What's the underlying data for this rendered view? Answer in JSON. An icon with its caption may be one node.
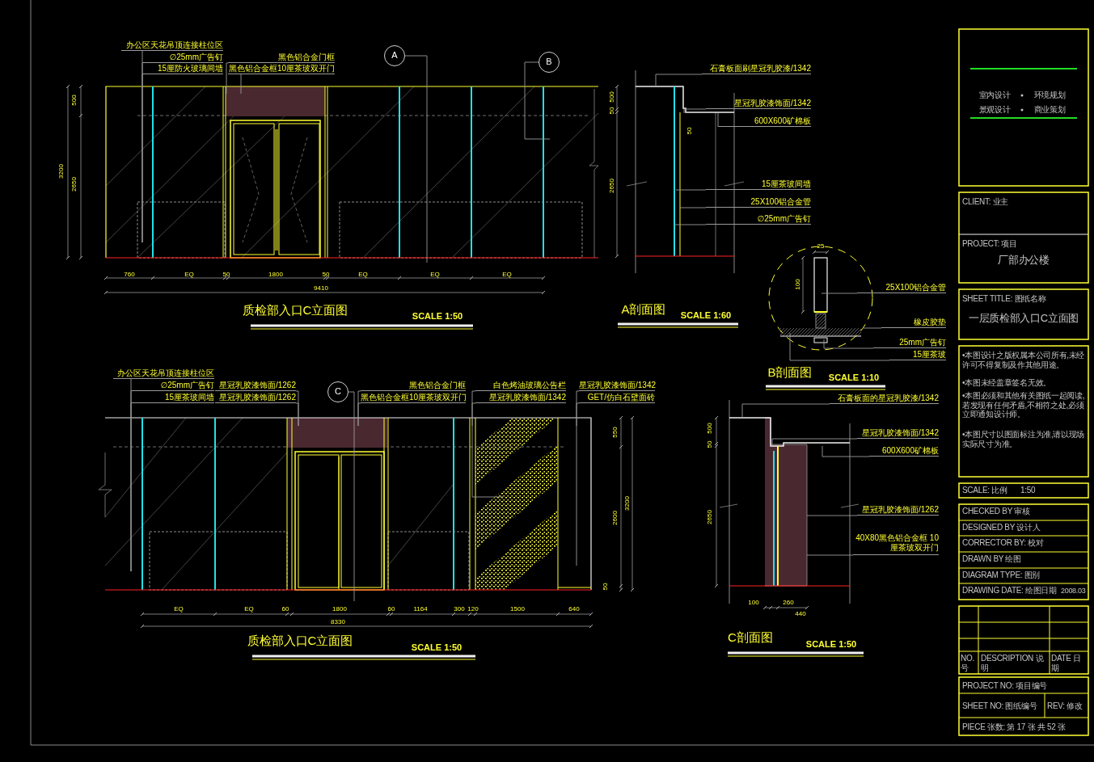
{
  "diagram": {
    "nodes": [
      {
        "text": [
          "办公区天花吊顶连接柱位区"
        ]
      },
      {
        "text": [
          "∅25mm广告钉"
        ]
      },
      {
        "text": [
          "15厘防火玻璃间墙"
        ]
      },
      {
        "text": [
          "黑色铝合金门框"
        ]
      },
      {
        "text": [
          "黑色铝合金框10厘茶玻双开门"
        ]
      },
      {
        "text": [
          "石膏板面刷星冠乳胶漆/1342"
        ]
      },
      {
        "text": [
          "星冠乳胶漆饰面/1342"
        ]
      },
      {
        "text": [
          "600X600矿棉板"
        ]
      },
      {
        "text": [
          "15厘茶玻间墙"
        ]
      },
      {
        "text": [
          "25X100铝合金管"
        ]
      },
      {
        "text": [
          "∅25mm广告钉"
        ]
      },
      {
        "text": [
          "25X100铝合金管"
        ]
      },
      {
        "text": [
          "橡皮胶垫"
        ]
      },
      {
        "text": [
          "25mm广告钉"
        ]
      },
      {
        "text": [
          "15厘茶玻"
        ]
      },
      {
        "text": [
          "办公区天花吊顶连接柱位区"
        ]
      },
      {
        "text": [
          "∅25mm广告钉"
        ]
      },
      {
        "text": [
          "15厘茶玻间墙"
        ]
      },
      {
        "text": [
          "星冠乳胶漆饰面/1262"
        ]
      },
      {
        "text": [
          "星冠乳胶漆饰面/1262"
        ]
      },
      {
        "text": [
          "黑色铝合金门框"
        ]
      },
      {
        "text": [
          "黑色铝合金框10厘茶玻双开门"
        ]
      },
      {
        "text": [
          "白色烤油玻璃公告栏"
        ]
      },
      {
        "text": [
          "星冠乳胶漆饰面/1342"
        ]
      },
      {
        "text": [
          "星冠乳胶漆饰面/1342"
        ]
      },
      {
        "text": [
          "GET/仿白石壁面砖"
        ]
      },
      {
        "text": [
          "石膏板面的星冠乳胶漆/1342"
        ]
      },
      {
        "text": [
          "星冠乳胶漆饰面/1342"
        ]
      },
      {
        "text": [
          "600X600矿棉板"
        ]
      },
      {
        "text": [
          "星冠乳胶漆饰面/1262"
        ]
      },
      {
        "text": [
          "40X80黑色铝合金框 10厘茶玻双开门"
        ]
      },
      {
        "text": [
          "A"
        ]
      },
      {
        "text": [
          "B"
        ]
      },
      {
        "text": [
          "C"
        ]
      }
    ],
    "edges": [
      {
        "from": 0,
        "to": null,
        "arrow": "none"
      },
      {
        "from": 1,
        "to": null,
        "arrow": "none"
      },
      {
        "from": 2,
        "to": null,
        "arrow": "none"
      },
      {
        "from": 3,
        "to": null,
        "arrow": "none"
      },
      {
        "from": 4,
        "to": null,
        "arrow": "none"
      },
      {
        "from": 5,
        "to": null,
        "arrow": "none"
      },
      {
        "from": 6,
        "to": null,
        "arrow": "none"
      },
      {
        "from": 7,
        "to": null,
        "arrow": "none"
      },
      {
        "from": 8,
        "to": null,
        "arrow": "none"
      },
      {
        "from": 9,
        "to": null,
        "arrow": "none"
      },
      {
        "from": 10,
        "to": null,
        "arrow": "none"
      },
      {
        "from": 11,
        "to": null,
        "arrow": "none"
      },
      {
        "from": 12,
        "to": null,
        "arrow": "none"
      },
      {
        "from": 13,
        "to": null,
        "arrow": "none"
      },
      {
        "from": 14,
        "to": null,
        "arrow": "none"
      },
      {
        "from": 15,
        "to": null,
        "arrow": "none"
      },
      {
        "from": 16,
        "to": null,
        "arrow": "none"
      },
      {
        "from": 17,
        "to": null,
        "arrow": "none"
      },
      {
        "from": 18,
        "to": null,
        "arrow": "none"
      },
      {
        "from": 19,
        "to": null,
        "arrow": "none"
      },
      {
        "from": 20,
        "to": null,
        "arrow": "none"
      },
      {
        "from": 21,
        "to": null,
        "arrow": "none"
      },
      {
        "from": 22,
        "to": null,
        "arrow": "none"
      },
      {
        "from": 23,
        "to": null,
        "arrow": "none"
      },
      {
        "from": 24,
        "to": null,
        "arrow": "none"
      },
      {
        "from": 25,
        "to": null,
        "arrow": "none"
      },
      {
        "from": 26,
        "to": null,
        "arrow": "none"
      },
      {
        "from": 27,
        "to": null,
        "arrow": "none"
      },
      {
        "from": 28,
        "to": null,
        "arrow": "none"
      },
      {
        "from": 29,
        "to": null,
        "arrow": "none"
      },
      {
        "from": 30,
        "to": null,
        "arrow": "none"
      },
      {
        "from": 31,
        "to": null,
        "arrow": "none"
      },
      {
        "from": 32,
        "to": null,
        "arrow": "none"
      },
      {
        "from": 33,
        "to": null,
        "arrow": "none"
      }
    ],
    "labels": [
      "500",
      "3200",
      "2650",
      "760",
      "EQ",
      "50",
      "1800",
      "50",
      "EQ",
      "EQ",
      "EQ",
      "9410",
      "质检部入口C立面图",
      "SCALE 1:50",
      "500",
      "50",
      "2650",
      "50",
      "A剖面图",
      "SCALE 1:60",
      "25",
      "100",
      "B剖面图",
      "SCALE 1:10",
      "550",
      "3200",
      "2600",
      "50",
      "EQ",
      "EQ",
      "60",
      "1800",
      "60",
      "1164",
      "300",
      "120",
      "1500",
      "640",
      "8330",
      "质检部入口C立面图",
      "SCALE 1:50",
      "500",
      "50",
      "2650",
      "100",
      "260",
      "440",
      "C剖面图",
      "SCALE 1:50",
      "室内设计",
      "环境规划",
      "景观设计",
      "商业策划",
      "CLIENT: 业主",
      "PROJECT: 项目",
      "厂部办公楼",
      "SHEET TITLE: 图纸名称",
      "一层质检部入口C立面图",
      "•本图设计之版权属本公司所有,未经许可不得复制及作其他用途。",
      "•本图未经盖章签名无效。",
      "•本图必须和其他有关图纸一起阅读,若发现有任何矛盾,不相符之处,必须立即通知设计师。",
      "•本图尺寸以图面标注为准,请以现场实际尺寸为准。",
      "SCALE: 比例",
      "1:50",
      "CHECKED BY 审核",
      "DESIGNED BY 设计人",
      "CORRECTOR BY: 校对",
      "DRAWN BY 绘图",
      "DIAGRAM TYPE: 图别",
      "DRAWING DATE: 绘图日期",
      "2008.03",
      "NO.号",
      "DESCRIPTION 说明",
      "DATE 日期",
      "PROJECT NO: 项目编号",
      "SHEET NO: 图纸编号",
      "REV: 修改",
      "PIECE 张数: 第 17 张 共 52 张"
    ]
  }
}
